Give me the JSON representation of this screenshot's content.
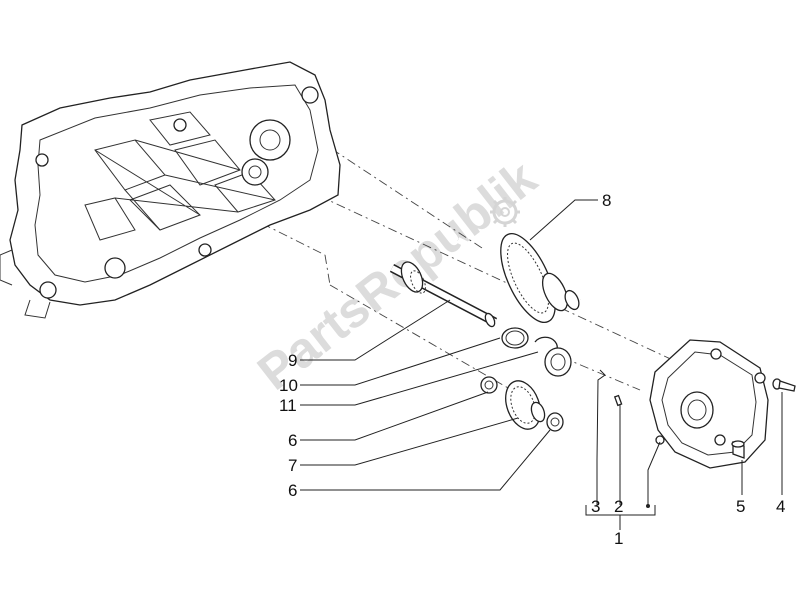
{
  "watermark": "PartsRepublik",
  "labels": {
    "l1": "1",
    "l2": "2",
    "l3": "3",
    "l4": "4",
    "l5": "5",
    "l6a": "6",
    "l6b": "6",
    "l7": "7",
    "l8": "8",
    "l9": "9",
    "l10": "10",
    "l11": "11"
  },
  "icons": {
    "watermark_icon": "gear-icon"
  }
}
